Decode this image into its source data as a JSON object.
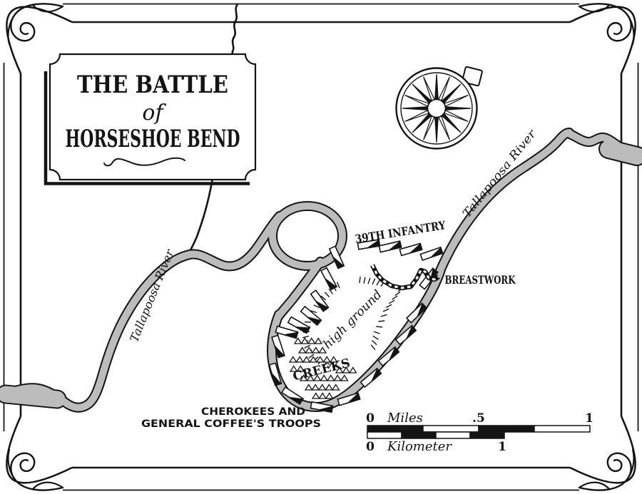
{
  "map": {
    "title": {
      "line1": "THE BATTLE",
      "line2": "of",
      "line3": "HORSESHOE BEND"
    },
    "labels": {
      "river_left": "Tallapoosa River",
      "river_right": "Tallapoosa River",
      "infantry": "39TH INFANTRY",
      "breastwork": "BREASTWORK",
      "high_ground": "high ground",
      "creeks": "CREEKS",
      "cherokees_line1": "CHEROKEES AND",
      "cherokees_line2": "GENERAL COFFEE'S TROOPS"
    },
    "scale": {
      "miles_zero": "0",
      "miles_label": "Miles",
      "miles_half": ".5",
      "miles_one": "1",
      "km_zero": "0",
      "km_label": "Kilometer",
      "km_one": "1"
    },
    "colors": {
      "ink": "#141414",
      "river": "#bcbcbc",
      "paper": "#ffffff"
    }
  }
}
